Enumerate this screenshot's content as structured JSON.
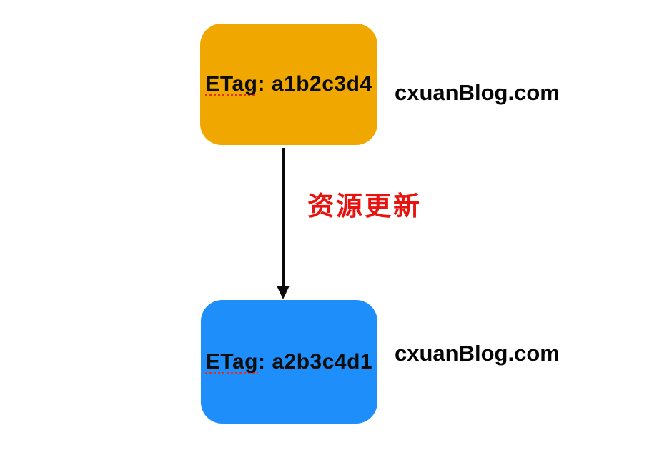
{
  "diagram": {
    "title_hint": "ETag update flow on server",
    "nodes": {
      "top": {
        "word": "ETag",
        "rest": ": a1b2c3d4",
        "full_label": "ETag: a1b2c3d4",
        "fill_color": "#f0a800",
        "text_color": "#0d0d0d"
      },
      "bottom": {
        "word": "ETag",
        "rest": ": a2b3c4d1",
        "full_label": "ETag: a2b3c4d1",
        "fill_color": "#1e8ffa",
        "text_color": "#0d0d0d"
      }
    },
    "captions": {
      "top": "cxuanBlog.com",
      "bottom": "cxuanBlog.com"
    },
    "arrow": {
      "label": "资源更新",
      "label_color": "#e8120f",
      "line_color": "#0a0a0a",
      "direction": "down"
    },
    "background_color": "#ffffff",
    "misspell_underline_color": "#e03020"
  }
}
